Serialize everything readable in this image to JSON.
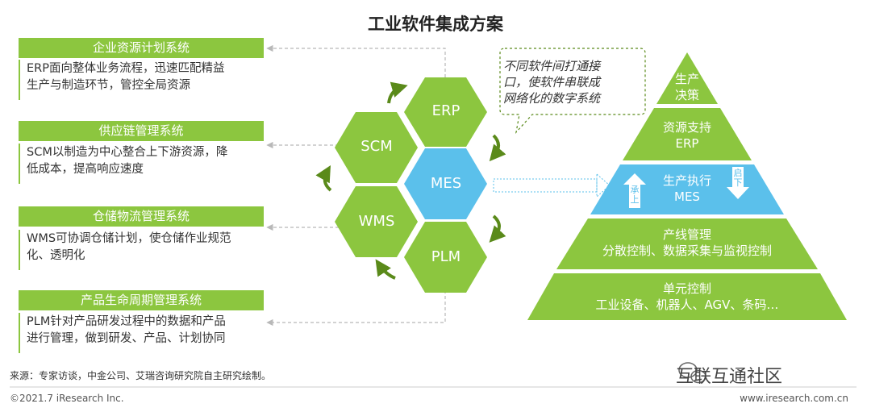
{
  "title": "工业软件集成方案",
  "systems": [
    {
      "name": "企业资源计划系统",
      "desc_lines": [
        "ERP面向整体业务流程，迅速匹配精益",
        "生产与制造环节，管控全局资源"
      ]
    },
    {
      "name": "供应链管理系统",
      "desc_lines": [
        "SCM以制造为中心整合上下游资源，降",
        "低成本，提高响应速度"
      ]
    },
    {
      "name": "仓储物流管理系统",
      "desc_lines": [
        "WMS可协调仓储计划，使仓储作业规范",
        "化、透明化"
      ]
    },
    {
      "name": "产品生命周期管理系统",
      "desc_lines": [
        "PLM针对产品研发过程中的数据和产品",
        "进行管理，做到研发、产品、计划协同"
      ]
    }
  ],
  "hexagons": {
    "erp": "ERP",
    "scm": "SCM",
    "mes": "MES",
    "wms": "WMS",
    "plm": "PLM"
  },
  "bubble_lines": [
    "不同软件间打通接",
    "口，使软件串联成",
    "网络化的数字系统"
  ],
  "pyramid": {
    "level1": [
      "生产",
      "决策"
    ],
    "level2": [
      "资源支持",
      "ERP"
    ],
    "level3": [
      "生产执行",
      "MES"
    ],
    "level3_left": "承上",
    "level3_right": "启下",
    "level4": [
      "产线管理",
      "分散控制、数据采集与监视控制"
    ],
    "level5": [
      "单元控制",
      "工业设备、机器人、AGV、条码…"
    ]
  },
  "source": "来源：专家访谈，中金公司、艾瑞咨询研究院自主研究绘制。",
  "watermark": "互联互通社区",
  "copyright": "©2021.7 iResearch Inc.",
  "website": "www.iresearch.com.cn",
  "colors": {
    "green": "#8cc63f",
    "blue": "#5bc0eb",
    "dark_green": "#5a8a1a"
  },
  "icons": [
    "wechat-icon",
    "curved-arrow-icon",
    "up-arrow-icon",
    "down-arrow-icon",
    "dotted-arrow-icon"
  ]
}
